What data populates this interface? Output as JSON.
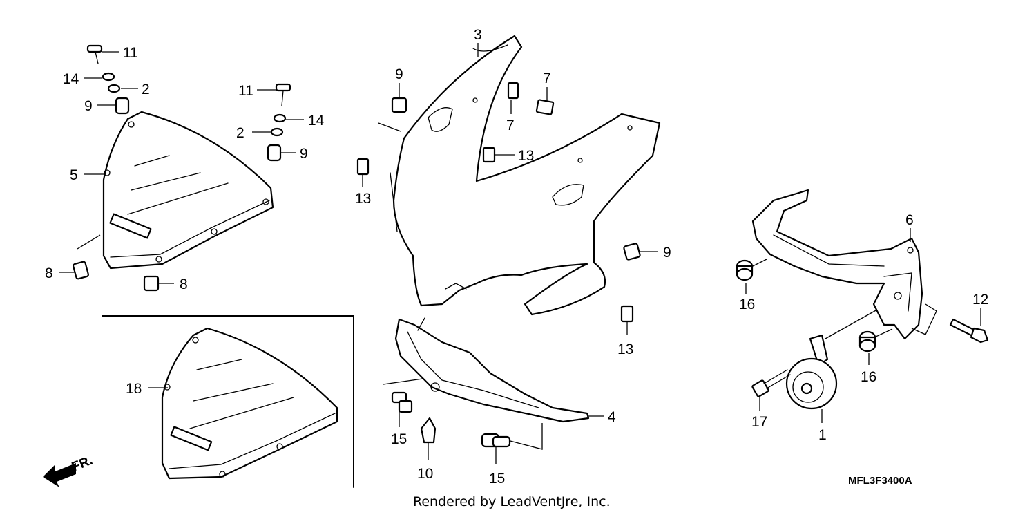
{
  "callouts": {
    "c11a": "11",
    "c14a": "14",
    "c2a": "2",
    "c9a": "9",
    "c5": "5",
    "c8a": "8",
    "c8b": "8",
    "c11b": "11",
    "c14b": "14",
    "c2b": "2",
    "c9b": "9",
    "c3": "3",
    "c9c": "9",
    "c7a": "7",
    "c7b": "7",
    "c13a": "13",
    "c13b": "13",
    "c9d": "9",
    "c13c": "13",
    "c4": "4",
    "c15a": "15",
    "c10": "10",
    "c15b": "15",
    "c6": "6",
    "c16a": "16",
    "c12": "12",
    "c16b": "16",
    "c17": "17",
    "c1": "1",
    "c18": "18"
  },
  "direction_label": "FR.",
  "diagram_code": "MFL3F3400A",
  "credit": "Rendered by LeadVentJre, Inc."
}
